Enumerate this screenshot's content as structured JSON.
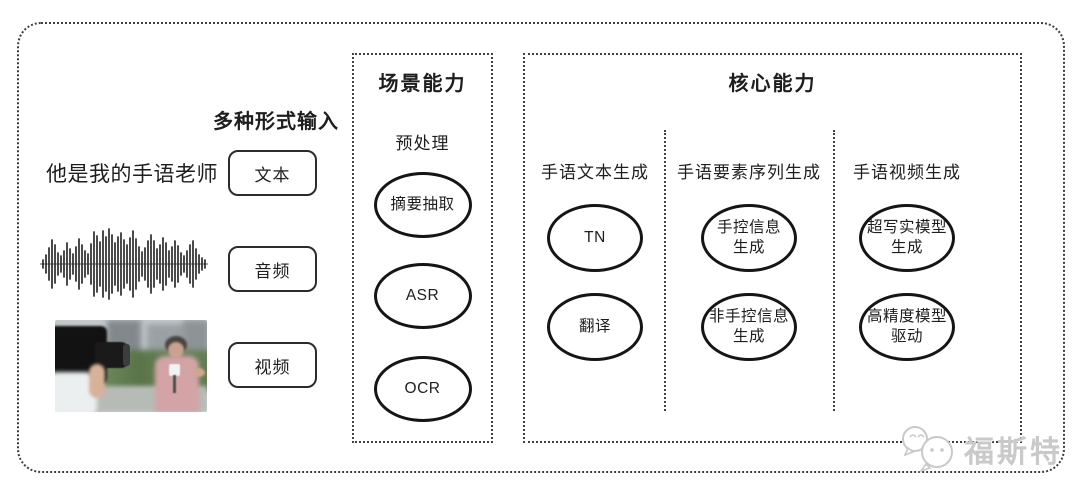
{
  "input_section": {
    "title": "多种形式输入",
    "text_example": "他是我的手语老师",
    "items": [
      {
        "label": "文本"
      },
      {
        "label": "音频"
      },
      {
        "label": "视频"
      }
    ]
  },
  "scene_section": {
    "title": "场景能力",
    "subtitle": "预处理",
    "nodes": [
      "摘要抽取",
      "ASR",
      "OCR"
    ]
  },
  "core_section": {
    "title": "核心能力",
    "columns": [
      {
        "header": "手语文本生成",
        "nodes": [
          "TN",
          "翻译"
        ]
      },
      {
        "header": "手语要素序列生成",
        "nodes": [
          "手控信息\n生成",
          "非手控信息\n生成"
        ]
      },
      {
        "header": "手语视频生成",
        "nodes": [
          "超写实模型\n生成",
          "高精度模型\n驱动"
        ]
      }
    ]
  },
  "watermark": {
    "name": "福斯特"
  },
  "colors": {
    "line": "#3f3f3f",
    "node_stroke": "#151515",
    "watermark_gray": "#c9c9c9"
  }
}
